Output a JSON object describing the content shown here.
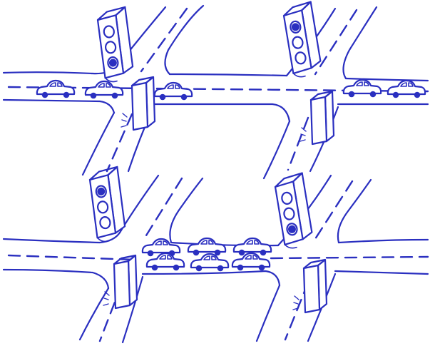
{
  "illustration": {
    "style": "hand-drawn line sketch",
    "ink_color": "#2a2fc0",
    "background_color": "#ffffff",
    "panels": [
      {
        "id": "top",
        "intersections": [
          {
            "id": "top-left",
            "signal_state": "bottom-lamp-lit"
          },
          {
            "id": "top-right",
            "signal_state": "top-lamp-lit"
          }
        ],
        "car_count": 5,
        "traffic": "light"
      },
      {
        "id": "bottom",
        "intersections": [
          {
            "id": "bottom-left",
            "signal_state": "top-lamp-lit"
          },
          {
            "id": "bottom-right",
            "signal_state": "bottom-lamp-lit"
          }
        ],
        "car_count": 6,
        "traffic": "jammed"
      }
    ]
  }
}
